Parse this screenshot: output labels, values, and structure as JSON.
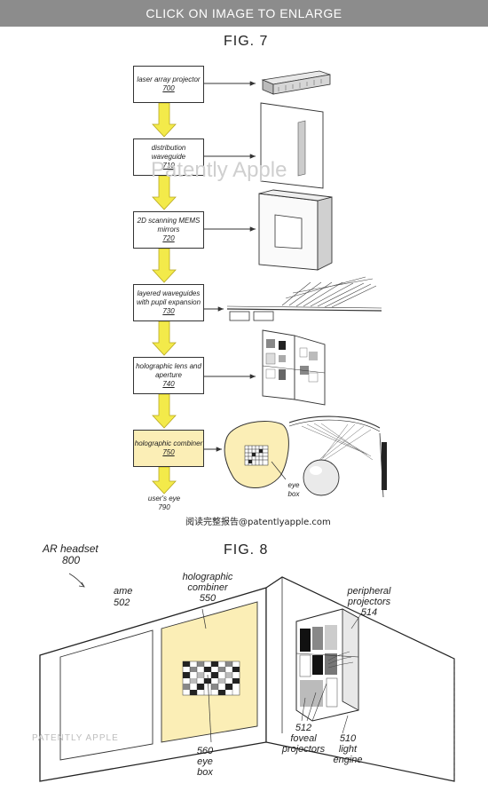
{
  "banner": {
    "text": "CLICK ON IMAGE TO ENLARGE"
  },
  "fig7": {
    "title": "FIG. 7",
    "steps": [
      {
        "label": "laser array projector",
        "num": "700"
      },
      {
        "label": "distribution waveguide",
        "num": "710"
      },
      {
        "label": "2D scanning MEMS mirrors",
        "num": "720"
      },
      {
        "label": "layered waveguides with pupil expansion",
        "num": "730"
      },
      {
        "label": "holographic lens and aperture",
        "num": "740"
      },
      {
        "label": "holographic combiner",
        "num": "750"
      }
    ],
    "users_eye": {
      "label": "user's eye",
      "num": "790"
    },
    "eye_box_label": "eye box",
    "watermark": "Patently Apple",
    "source_line": "阅读完整报告@patentlyapple.com"
  },
  "fig8": {
    "title": "FIG. 8",
    "headset": {
      "label": "AR headset",
      "num": "800"
    },
    "frame": {
      "label": "ame",
      "num": "502"
    },
    "combiner": {
      "label": "holographic combiner",
      "num": "550"
    },
    "peripheral": {
      "label": "peripheral projectors",
      "num": "514"
    },
    "eyebox": {
      "num": "560",
      "label": "eye box"
    },
    "foveal": {
      "num": "512",
      "label": "foveal projectors"
    },
    "engine": {
      "num": "510",
      "label": "light engine"
    },
    "watermark": "PATENTLY APPLE"
  },
  "colors": {
    "banner": "#8c8c8c",
    "arrow_yellow": "#f3ea4a",
    "combiner_fill": "#fbeeb6"
  }
}
